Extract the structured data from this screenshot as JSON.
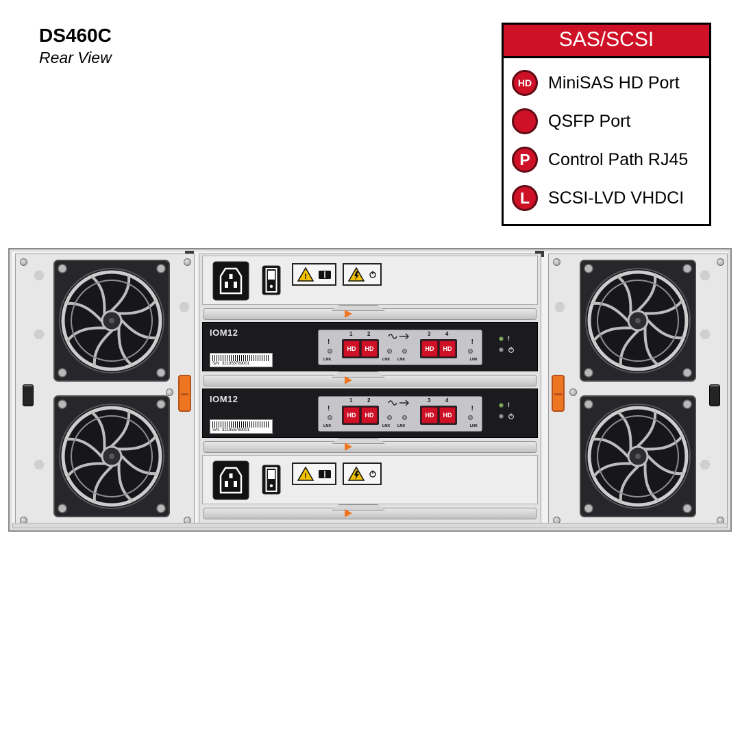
{
  "page": {
    "title": "DS460C",
    "subtitle": "Rear View"
  },
  "legend": {
    "title": "SAS/SCSI",
    "items": [
      {
        "badge": "HD",
        "label": "MiniSAS HD Port"
      },
      {
        "badge": "",
        "label": "QSFP Port"
      },
      {
        "badge": "P",
        "label": "Control Path RJ45"
      },
      {
        "badge": "L",
        "label": "SCSI-LVD VHDCI"
      }
    ]
  },
  "iom": {
    "label": "IOM12",
    "serial_label": "S/N",
    "serial_number": "321956789001",
    "lnk_label": "LNK",
    "alert_label": "!",
    "ports": [
      {
        "number": "1",
        "type": "HD"
      },
      {
        "number": "2",
        "type": "HD"
      },
      {
        "number": "3",
        "type": "HD"
      },
      {
        "number": "4",
        "type": "HD"
      }
    ]
  },
  "colors": {
    "accent_red": "#ce1126",
    "accent_orange": "#ee7623"
  }
}
